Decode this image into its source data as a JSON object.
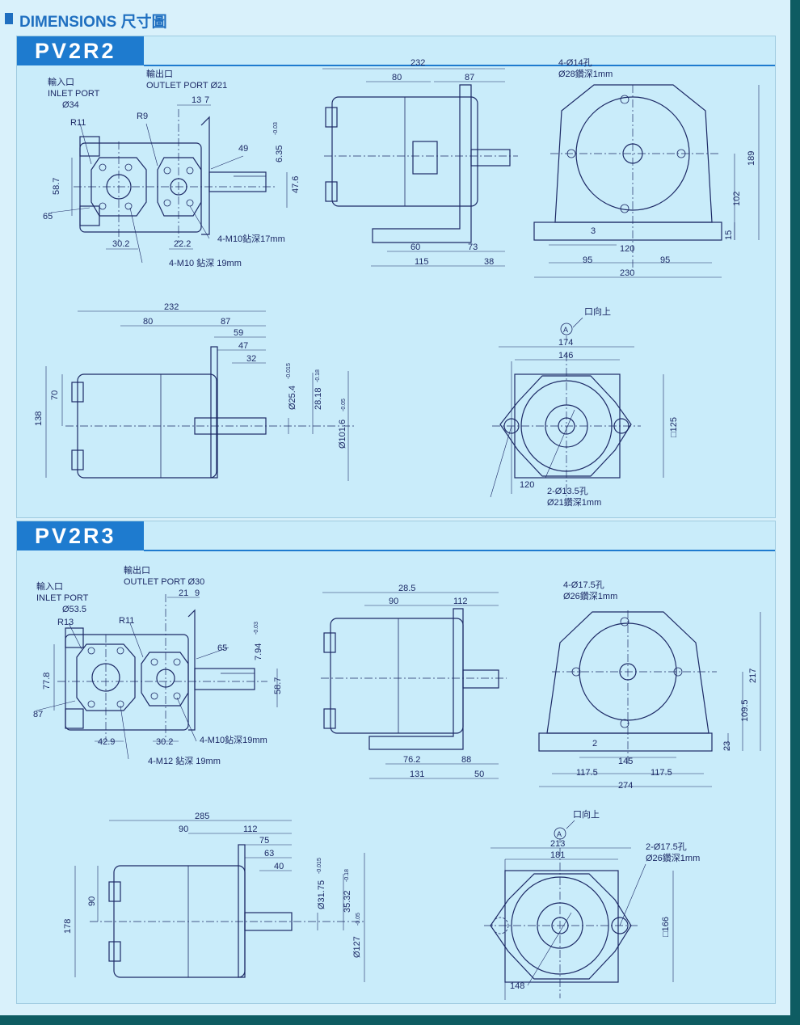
{
  "header": {
    "title": "DIMENSIONS 尺寸圖",
    "accent": "#1f6fc0"
  },
  "pv2r2": {
    "tab": "PV2R2",
    "inlet": {
      "zh": "輸入口",
      "en": "INLET PORT",
      "dia": "Ø34"
    },
    "outlet": {
      "zh": "輸出口",
      "en": "OUTLET PORT Ø21"
    },
    "r11": "R11",
    "r9": "R9",
    "d13": "13",
    "d7": "7",
    "d49": "49",
    "d6_35": "6.35",
    "d6_35_tol": "-0.03",
    "d47_6": "47.6",
    "d58_7": "58.7",
    "d65": "65",
    "d30_2": "30.2",
    "d22_2": "22.2",
    "m10_17": "4-M10鉆深17mm",
    "m10_19": "4-M10 鉆深 19mm",
    "d232": "232",
    "d80": "80",
    "d87": "87",
    "d60": "60",
    "d73": "73",
    "d115": "115",
    "d38": "38",
    "holes": "4-Ø14孔",
    "holes_depth": "Ø28鑽深1mm",
    "d189": "189",
    "d102": "102",
    "d15": "15",
    "d3": "3",
    "d120": "120",
    "d95a": "95",
    "d95b": "95",
    "d230": "230",
    "s_232": "232",
    "s_80": "80",
    "s_87": "87",
    "s_59": "59",
    "s_47": "47",
    "s_32": "32",
    "s_70": "70",
    "s_138": "138",
    "s_25_4": "Ø25.4",
    "s_25_4_tol": "-0.015",
    "s_28_18": "28.18",
    "s_28_18_tol": "-0.18",
    "s_101_6": "Ø101.6",
    "s_101_6_tol": "-0.05",
    "f_up": "口向上",
    "f_a": "A",
    "f_174": "174",
    "f_146": "146",
    "f_125": "□125",
    "f_120": "120",
    "f_holes": "2-Ø13.5孔",
    "f_depth": "Ø21鑽深1mm"
  },
  "pv2r3": {
    "tab": "PV2R3",
    "inlet": {
      "zh": "輸入口",
      "en": "INLET PORT",
      "dia": "Ø53.5"
    },
    "outlet": {
      "zh": "輸出口",
      "en": "OUTLET PORT Ø30"
    },
    "r13": "R13",
    "r11": "R11",
    "d21": "21",
    "d9": "9",
    "d65": "65",
    "d7_94": "7.94",
    "d7_94_tol": "-0.03",
    "d58_7": "58.7",
    "d77_8": "77.8",
    "d87": "87",
    "d42_9": "42.9",
    "d30_2": "30.2",
    "m10_19": "4-M10鉆深19mm",
    "m12_19": "4-M12 鉆深 19mm",
    "d28_5": "28.5",
    "d90": "90",
    "d112": "112",
    "d76_2": "76.2",
    "d88": "88",
    "d131": "131",
    "d50": "50",
    "holes": "4-Ø17.5孔",
    "holes_depth": "Ø26鑽深1mm",
    "d217": "217",
    "d109_5": "109.5",
    "d23": "23",
    "d2": "2",
    "d145": "145",
    "d117a": "117.5",
    "d117b": "117.5",
    "d274": "274",
    "s_285": "285",
    "s_90": "90",
    "s_112": "112",
    "s_75": "75",
    "s_63": "63",
    "s_40": "40",
    "s_90v": "90",
    "s_178": "178",
    "s_31_75": "Ø31.75",
    "s_31_75_tol": "-0.015",
    "s_35_32": "35.32",
    "s_35_32_tol": "-0.18",
    "s_127": "Ø127",
    "s_127_tol": "-0.05",
    "f_up": "口向上",
    "f_a": "A",
    "f_213": "213",
    "f_181": "181",
    "f_166": "□166",
    "f_148": "148",
    "f_holes": "2-Ø17.5孔",
    "f_depth": "Ø26鑽深1mm"
  }
}
